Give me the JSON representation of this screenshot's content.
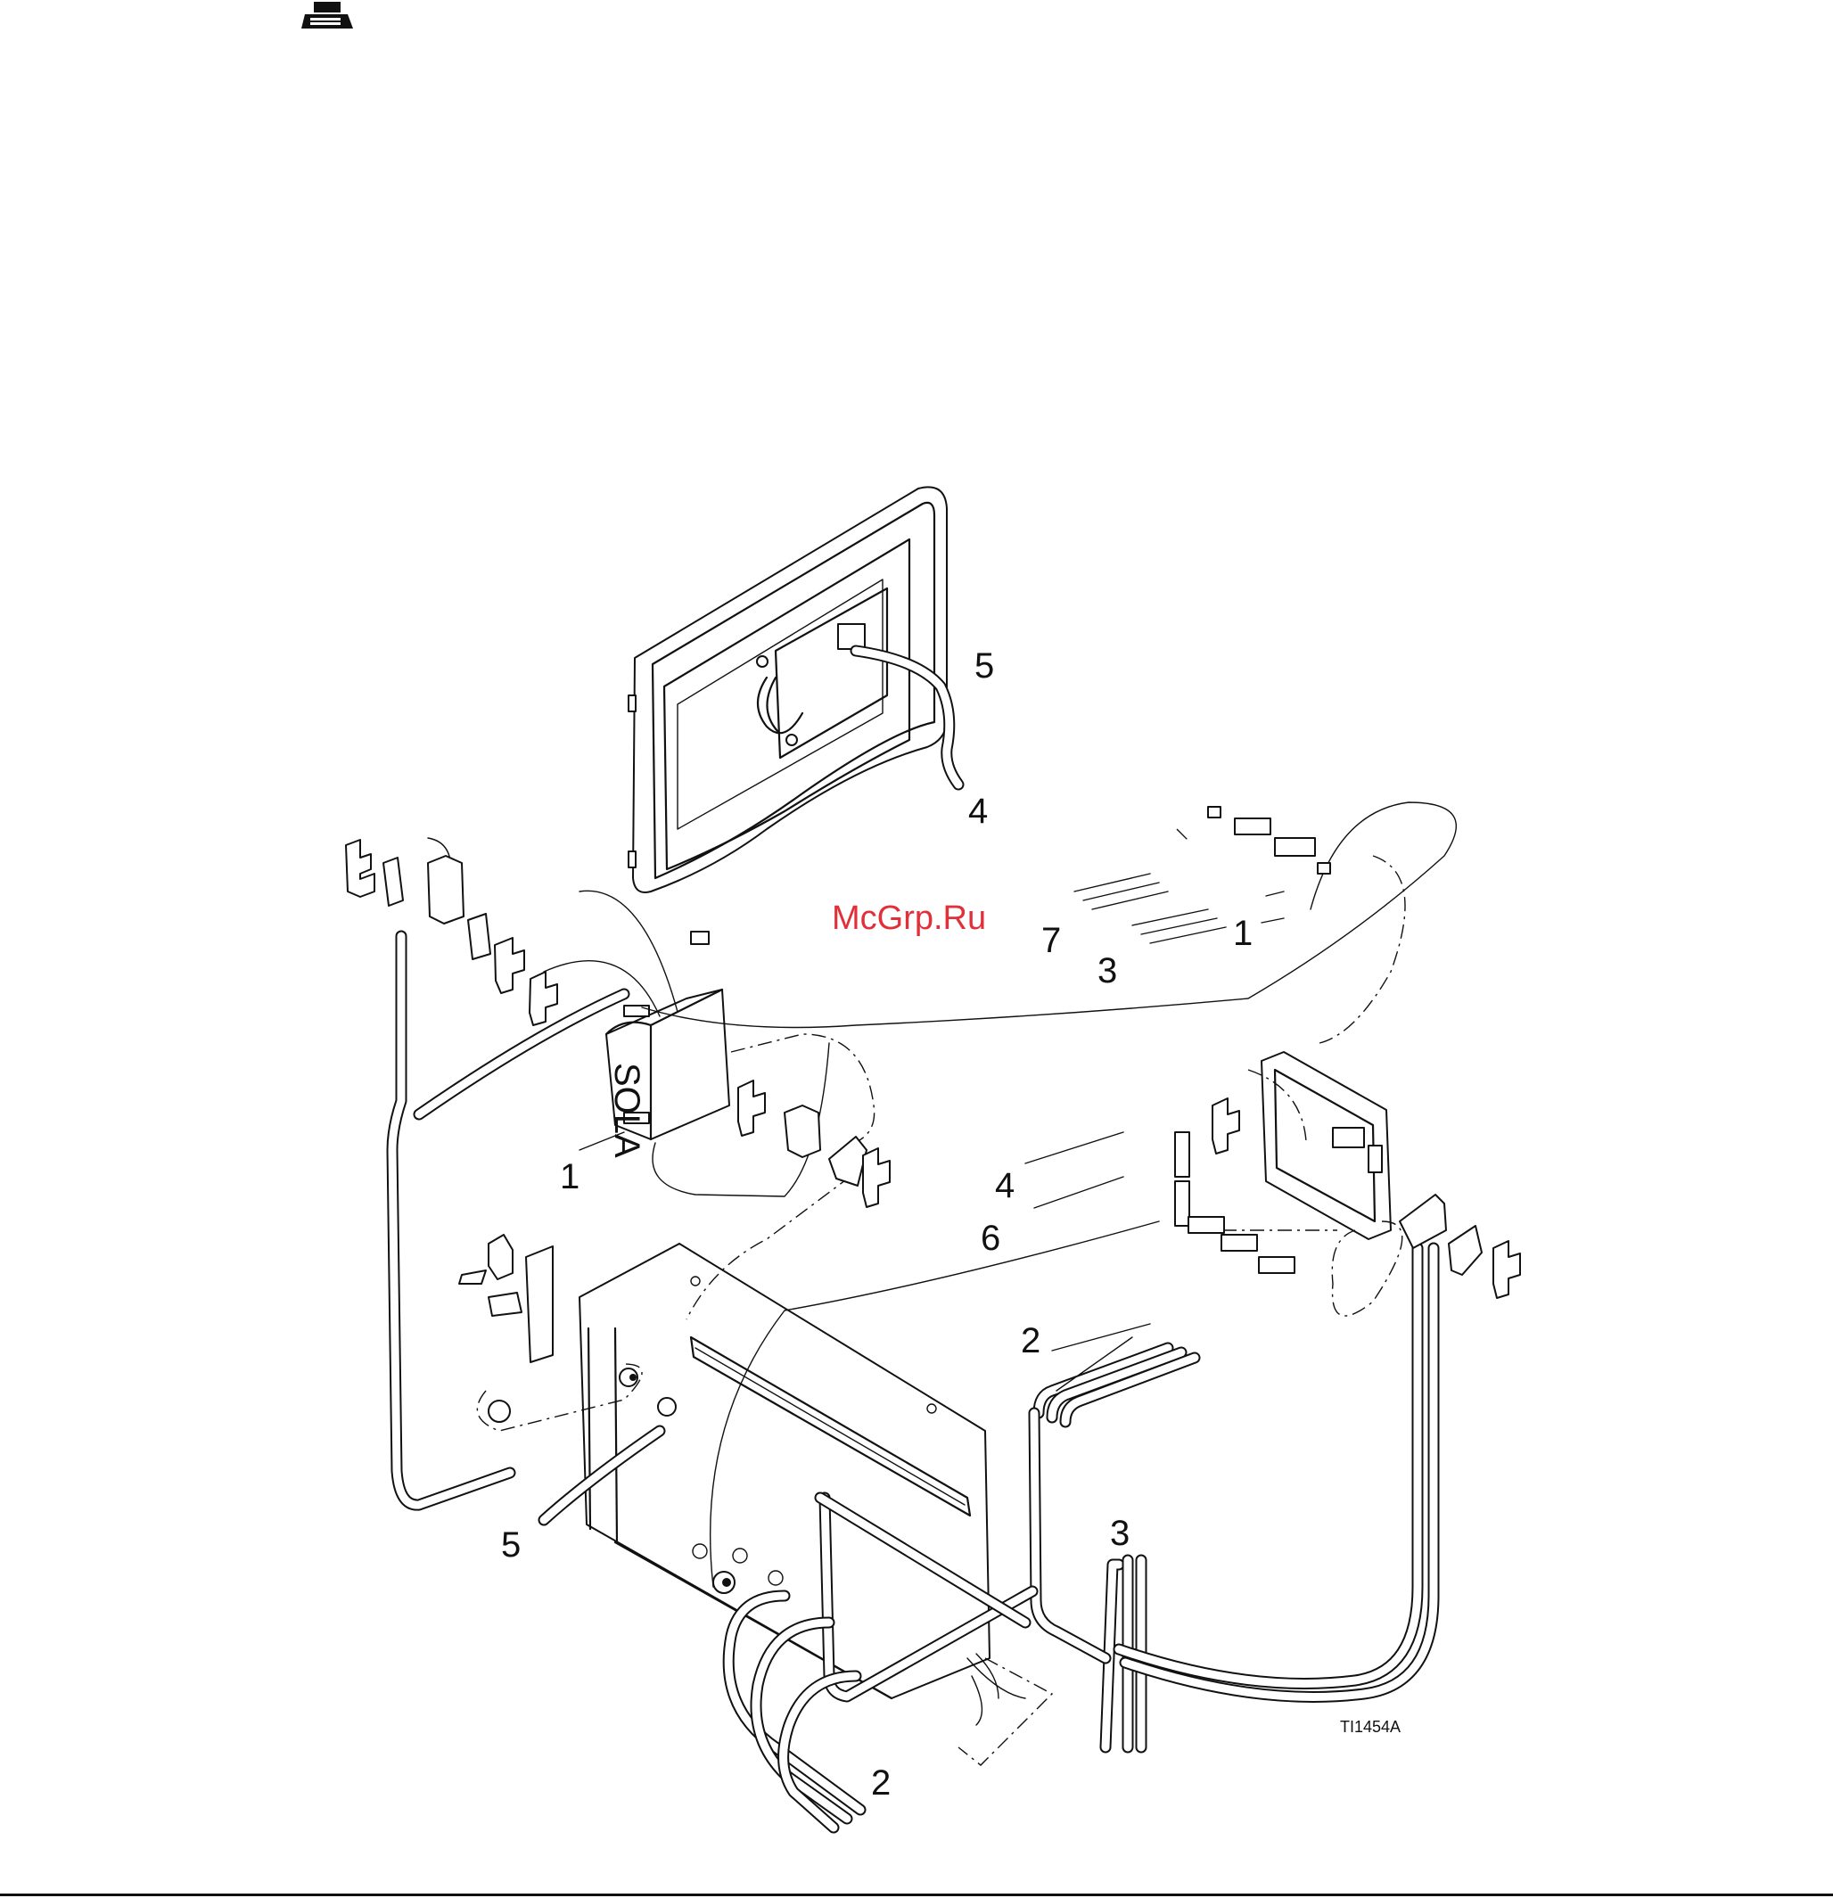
{
  "watermark": "McGrp.Ru",
  "figure_id": "TI1454A",
  "icons": {
    "print": "printer-icon"
  },
  "callouts": [
    {
      "id": "callout-5-top",
      "text": "5"
    },
    {
      "id": "callout-4-top",
      "text": "4"
    },
    {
      "id": "callout-7",
      "text": "7"
    },
    {
      "id": "callout-3-upper",
      "text": "3"
    },
    {
      "id": "callout-1-upper",
      "text": "1"
    },
    {
      "id": "callout-1-left",
      "text": "1"
    },
    {
      "id": "callout-4-mid",
      "text": "4"
    },
    {
      "id": "callout-6",
      "text": "6"
    },
    {
      "id": "callout-2-mid",
      "text": "2"
    },
    {
      "id": "callout-5-bottom",
      "text": "5"
    },
    {
      "id": "callout-3-lower",
      "text": "3"
    },
    {
      "id": "callout-2-bottom",
      "text": "2"
    }
  ],
  "transformer_label": "SOLA"
}
